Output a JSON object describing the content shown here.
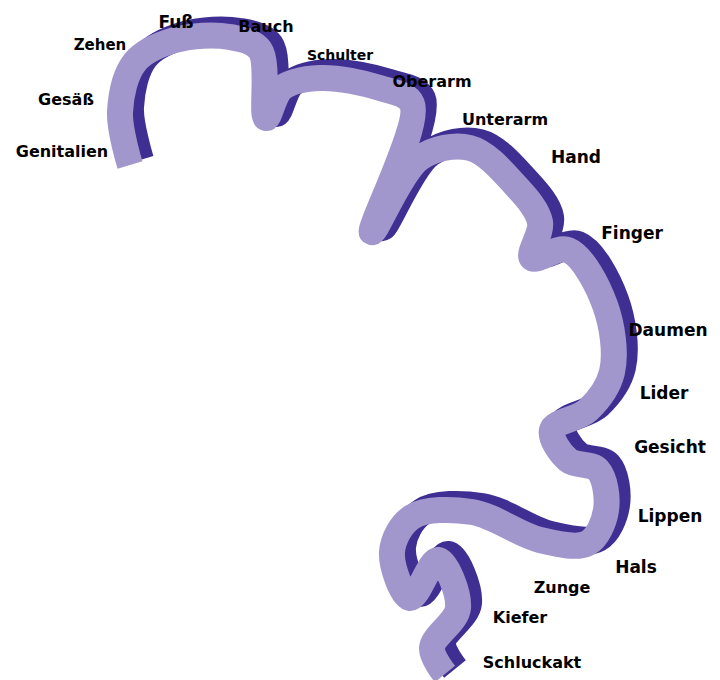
{
  "diagram": {
    "labels": [
      "Fuß",
      "Bauch",
      "Zehen",
      "Schulter",
      "Oberarm",
      "Gesäß",
      "Unterarm",
      "Genitalien",
      "Hand",
      "Finger",
      "Daumen",
      "Lider",
      "Gesicht",
      "Lippen",
      "Hals",
      "Zunge",
      "Kiefer",
      "Schluckakt"
    ]
  }
}
